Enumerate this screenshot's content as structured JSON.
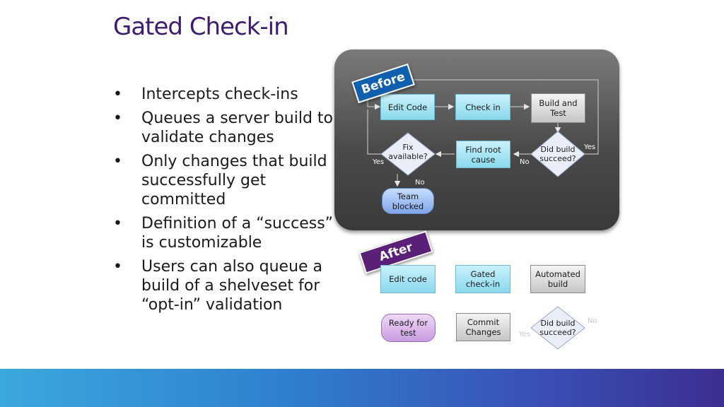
{
  "slide": {
    "title": "Gated Check-in",
    "bullets": [
      "Intercepts check-ins",
      "Queues a server build to validate changes",
      "Only changes that build successfully get committed",
      "Definition of a “success” is customizable",
      "Users can also queue a build of a shelveset for “opt-in” validation"
    ]
  },
  "before": {
    "tag": "Before",
    "nodes": {
      "edit_code": "Edit Code",
      "check_in": "Check in",
      "build_test": "Build and Test",
      "did_build": "Did build succeed?",
      "find_root": "Find root cause",
      "fix_available": "Fix available?",
      "team_blocked": "Team blocked"
    },
    "labels": {
      "yes_right": "Yes",
      "no_mid": "No",
      "yes_left": "Yes",
      "no_down": "No"
    }
  },
  "after": {
    "tag": "After",
    "nodes": {
      "edit_code": "Edit code",
      "gated": "Gated check-in",
      "automated": "Automated build",
      "ready": "Ready for test",
      "commit": "Commit Changes",
      "did_build": "Did build succeed?"
    },
    "labels": {
      "no": "No",
      "yes": "Yes"
    }
  },
  "colors": {
    "title": "#3b1c6e",
    "before_tag": "#1160b0",
    "after_tag": "#5a1f76",
    "process_cyan": "#8ad9ee",
    "process_grey": "#c6c6c6"
  }
}
